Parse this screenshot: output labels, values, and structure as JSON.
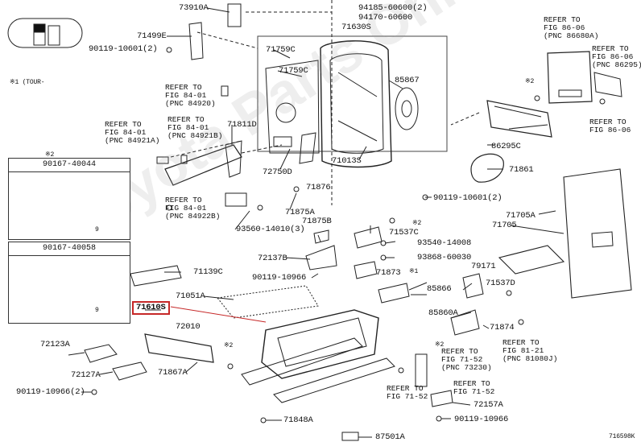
{
  "parts": {
    "p73910A": "73910A",
    "p71499E": "71499E",
    "p90119_10601_2_left": "90119-10601(2)",
    "p94185_60600_2": "94185-60600(2)",
    "p94170_60600": "94170-60600",
    "p71630S": "71630S",
    "p71759C_a": "71759C",
    "p71759C_b": "71759C",
    "p85867": "85867",
    "p71811D": "71811D",
    "p72750D": "72750D",
    "p71013S": "71013S",
    "p71876": "71876",
    "p86295C": "86295C",
    "p71861": "71861",
    "p90119_10601_2_right": "90119-10601(2)",
    "p71705A": "71705A",
    "p71705": "71705",
    "p93560_14010_3": "93560-14010(3)",
    "p71875A": "71875A",
    "p71875B": "71875B",
    "p71537C": "71537C",
    "p93540_14008": "93540-14008",
    "p93868_60030": "93868-60030",
    "p72137B": "72137B",
    "p79171": "79171",
    "p71139C": "71139C",
    "p90119_10966_a": "90119-10966",
    "p71873": "71873",
    "p71537D": "71537D",
    "p85866": "85866",
    "p71051A": "71051A",
    "p71610S": "71610S",
    "p72010": "72010",
    "p85860A": "85860A",
    "p71874": "71874",
    "p72123A": "72123A",
    "p72127A": "72127A",
    "p71867A": "71867A",
    "p90119_10966_2": "90119-10966(2)",
    "p72157A": "72157A",
    "p90119_10966_b": "90119-10966",
    "p71848A": "71848A",
    "p87501A": "87501A"
  },
  "marks": {
    "m1": "※1",
    "m2_right_top": "※2",
    "m2_box": "※2",
    "m2_seat": "※2",
    "m1_seat": "※1",
    "m2_bottom": "※2",
    "m2_front": "※2"
  },
  "tour_note": "※1 (TOUR-",
  "refs": {
    "r1": "REFER TO\nFIG 86-06\n(PNC 86680A)",
    "r2": "REFER TO\nFIG 86-06\n(PNC 86295)",
    "r3": "REFER TO\nFIG 86-06",
    "r4": "REFER TO\nFIG 84-01\n(PNC 84920)",
    "r5": "REFER TO\nFIG 84-01\n(PNC 84921B)",
    "r6": "REFER TO\nFIG 84-01\n(PNC 84921A)",
    "r7": "REFER TO\nFIG 84-01\n(PNC 84922B)",
    "r8": "REFER TO\nFIG 71-52\n(PNC 73230)",
    "r9": "REFER TO\nFIG 81-21\n(PNC 81080J)",
    "r10": "REFER TO\nFIG 71-52",
    "r11": "REFER TO\nFIG 71-52"
  },
  "inset_boxes": {
    "top_part": "90167-40044",
    "bottom_part": "90167-40058",
    "dim": "9"
  },
  "figure_code": "716598K",
  "watermark": "Toyota Parts Online"
}
